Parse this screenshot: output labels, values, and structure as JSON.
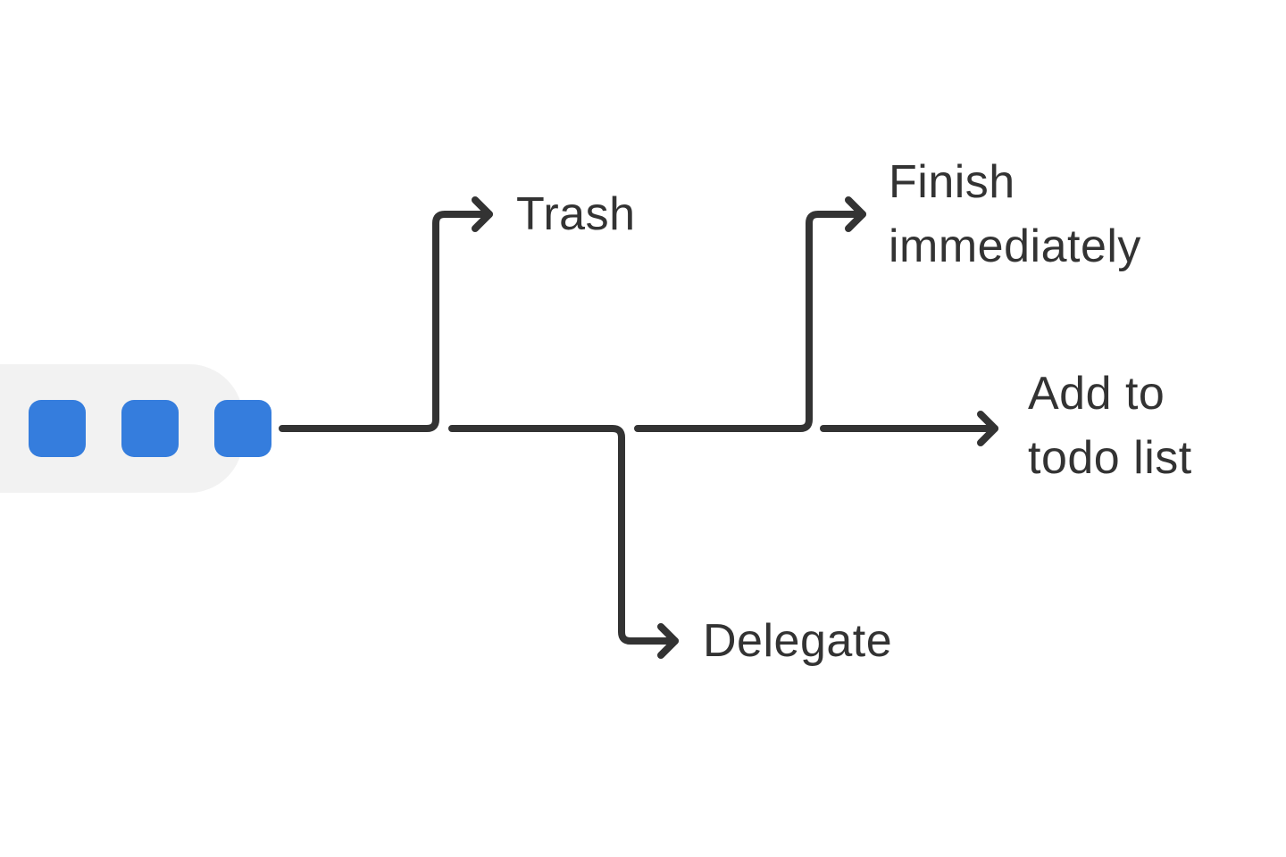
{
  "diagram": {
    "title": "",
    "accent_color": "#357ddd",
    "line_color": "#333333",
    "container_color": "#f2f2f2",
    "source": {
      "items": [
        {
          "id": "item-1",
          "shape": "rounded-square"
        },
        {
          "id": "item-2",
          "shape": "rounded-square"
        },
        {
          "id": "item-3",
          "shape": "rounded-square"
        }
      ]
    },
    "branches": [
      {
        "id": "trash",
        "label": "Trash",
        "direction": "up"
      },
      {
        "id": "delegate",
        "label": "Delegate",
        "direction": "down"
      },
      {
        "id": "finish",
        "label": "Finish\nimmediately",
        "direction": "up"
      },
      {
        "id": "todo",
        "label": "Add to\ntodo list",
        "direction": "straight"
      }
    ]
  }
}
